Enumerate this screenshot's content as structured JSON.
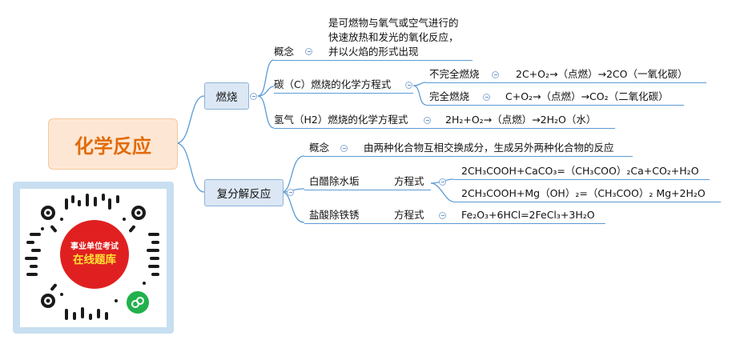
{
  "root": "化学反应",
  "branches": {
    "combustion": {
      "label": "燃烧",
      "concept": {
        "label": "概念",
        "lines": [
          "是可燃物与氧气或空气进行的",
          "快速放热和发光的氧化反应，",
          "并以火焰的形式出现"
        ]
      },
      "carbon": {
        "label": "碳（C）燃烧的化学方程式",
        "incomplete": {
          "label": "不完全燃烧",
          "equation": "2C+O₂→（点燃）→2CO（一氧化碳）"
        },
        "complete": {
          "label": "完全燃烧",
          "equation": "C+O₂→（点燃）→CO₂（二氧化碳）"
        }
      },
      "hydrogen": {
        "label": "氢气（H2）燃烧的化学方程式",
        "equation": "2H₂+O₂→（点燃）→2H₂O（水）"
      }
    },
    "double_decomposition": {
      "label": "复分解反应",
      "concept": {
        "label": "概念",
        "text": "由两种化合物互相交换成分，生成另外两种化合物的反应"
      },
      "vinegar": {
        "label": "白醋除水垢",
        "formula_label": "方程式",
        "equations": [
          "2CH₃COOH+CaCO₃=（CH₃COO）₂Ca+CO₂+H₂O",
          "2CH₃COOH+Mg（OH）₂=（CH₃COO）₂ Mg+2H₂O"
        ]
      },
      "hcl": {
        "label": "盐酸除铁锈",
        "formula_label": "方程式",
        "equation": "Fe₂O₃+6HCl=2FeCl₃+3H₂O"
      }
    }
  },
  "qr": {
    "badge_line1": "事业单位考试",
    "badge_line2": "在线题库",
    "icons": [
      "qr-code-icon",
      "wechat-miniprogram-icon"
    ]
  },
  "colors": {
    "root_fill": "#fde7d4",
    "root_text": "#e26b0a",
    "topic_fill": "#dbe7f4",
    "line": "#5b9bd5"
  }
}
